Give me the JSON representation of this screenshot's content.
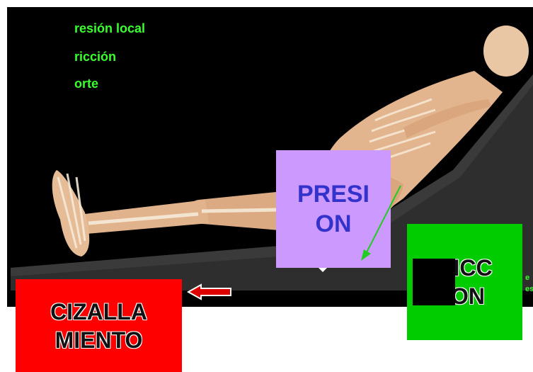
{
  "video_frame": {
    "captions": [
      "resión local",
      "ricción",
      "orte"
    ],
    "edge_text": [
      "e",
      "es"
    ]
  },
  "labels": {
    "presion": [
      "PRESI",
      "ON"
    ],
    "cizallamiento": [
      "CIZALLA",
      "MIENTO"
    ],
    "friccion": [
      "RICC",
      "ION"
    ]
  },
  "colors": {
    "caption_green": "#39ff2e",
    "presion_bg": "#cc99ff",
    "presion_text": "#3333cc",
    "cizalla_bg": "#ff0000",
    "friccion_bg": "#00cc00",
    "arrow_green": "#22cc22",
    "arrow_red": "#dd0000"
  },
  "icons": {
    "presion_arrow": "green-diagonal-arrow",
    "shear_arrow": "red-left-arrow"
  }
}
